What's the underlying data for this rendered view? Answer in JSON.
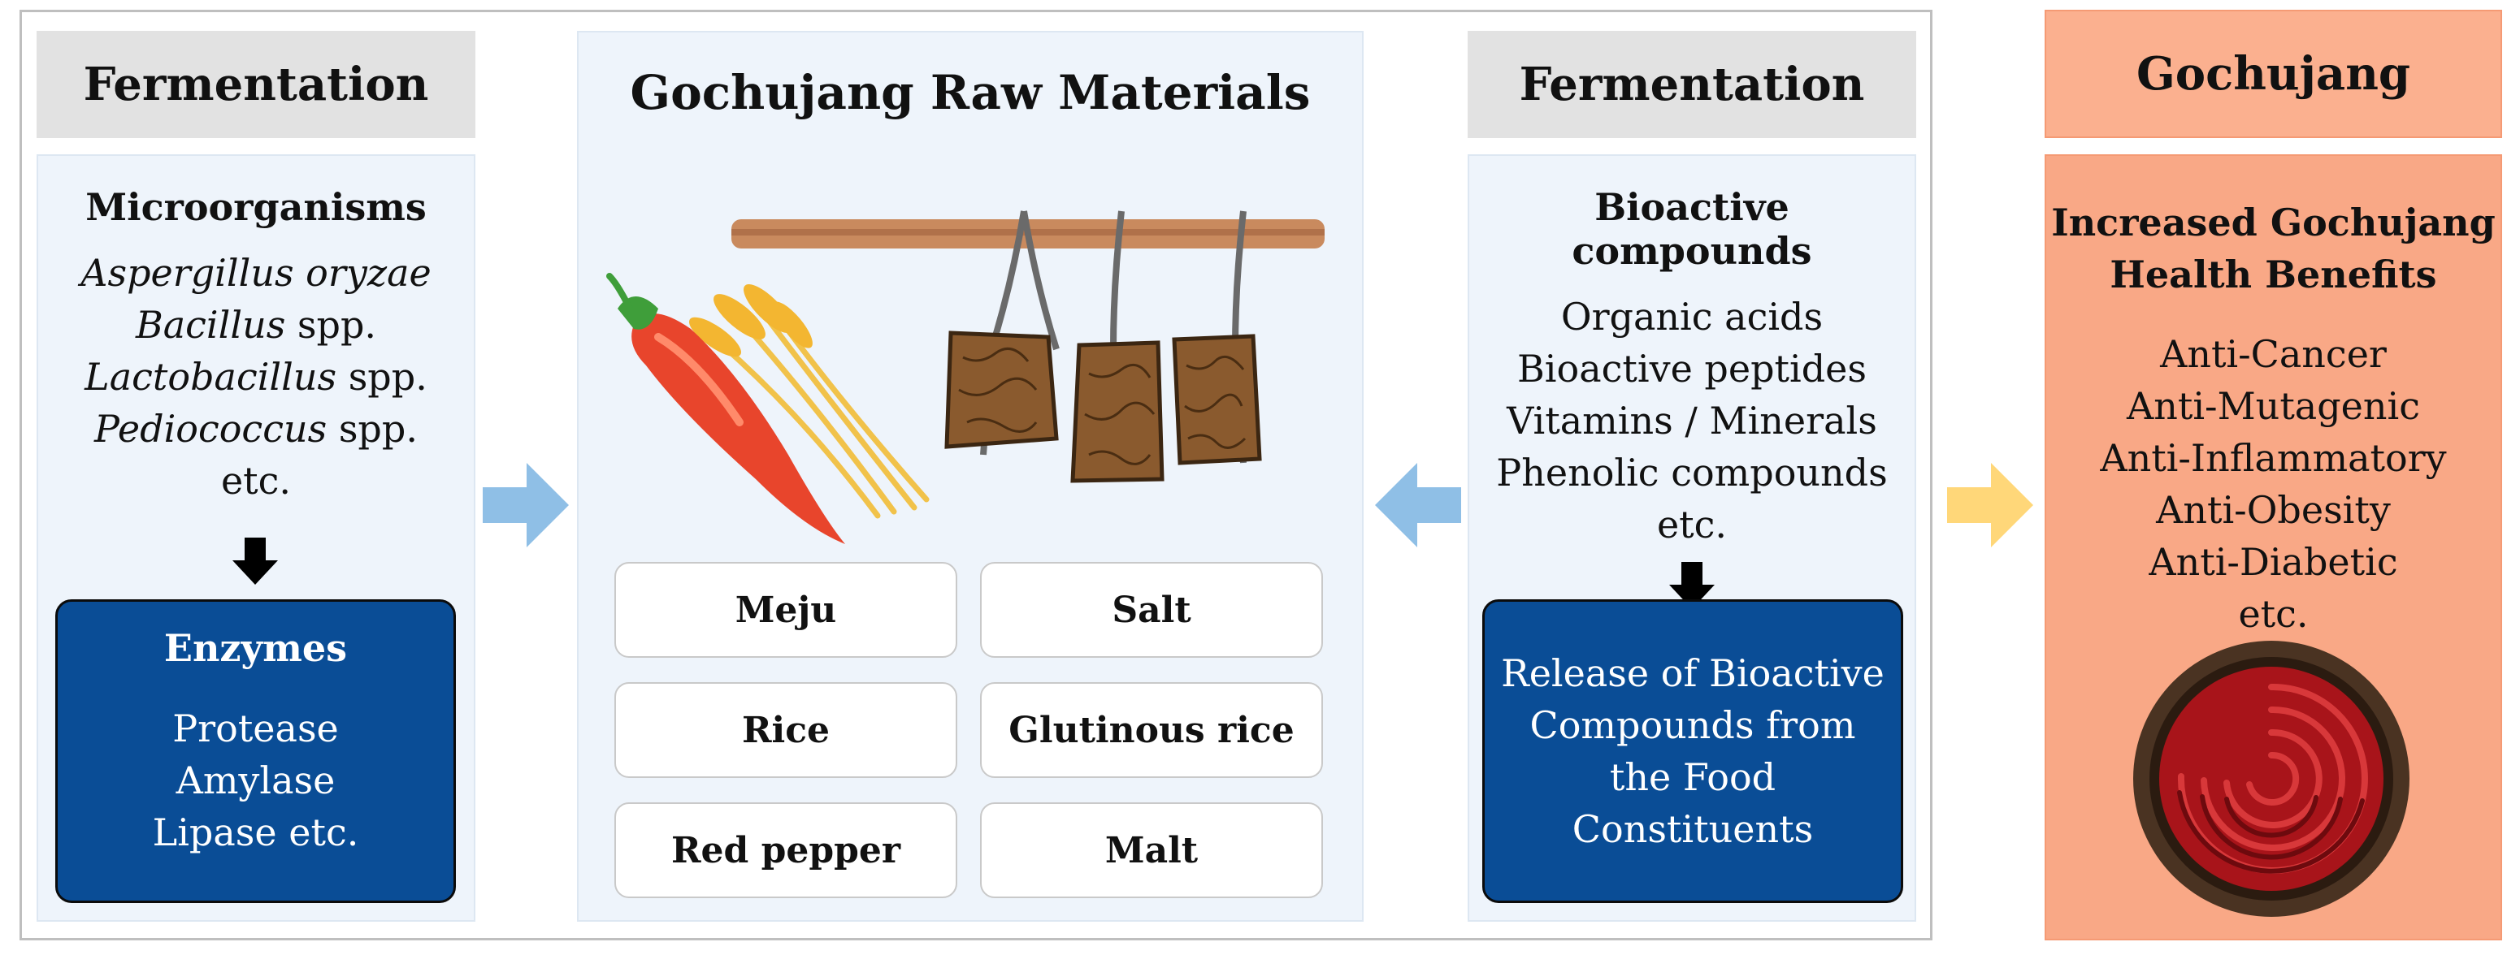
{
  "left": {
    "header": "Fermentation",
    "subtitle": "Microorganisms",
    "organisms": [
      {
        "genus": "Aspergillus oryzae",
        "suffix": ""
      },
      {
        "genus": "Bacillus",
        "suffix": " spp."
      },
      {
        "genus": "Lactobacillus",
        "suffix": " spp."
      },
      {
        "genus": "Pediococcus",
        "suffix": " spp."
      }
    ],
    "etc": "etc.",
    "enzymes": {
      "title": "Enzymes",
      "items": [
        "Protease",
        "Amylase",
        "Lipase etc."
      ]
    }
  },
  "middle": {
    "header": "Gochujang Raw Materials",
    "ingredients": [
      "Meju",
      "Salt",
      "Rice",
      "Glutinous rice",
      "Red pepper",
      "Malt"
    ]
  },
  "right": {
    "header": "Fermentation",
    "subtitle": "Bioactive compounds",
    "items": [
      "Organic acids",
      "Bioactive peptides",
      "Vitamins / Minerals",
      "Phenolic compounds",
      "etc."
    ],
    "release": [
      "Release of Bioactive",
      "Compounds from",
      "the Food",
      "Constituents"
    ]
  },
  "outcome": {
    "header": "Gochujang",
    "title": [
      "Increased Gochujang",
      "Health Benefits"
    ],
    "benefits": [
      "Anti-Cancer",
      "Anti-Mutagenic",
      "Anti-Inflammatory",
      "Anti-Obesity",
      "Anti-Diabetic",
      "etc."
    ]
  },
  "colors": {
    "arrow_blue": "#8fbfe6",
    "arrow_yellow": "#ffd779",
    "enzyme_blue": "#0a4d96",
    "orange": "#f9a886"
  }
}
